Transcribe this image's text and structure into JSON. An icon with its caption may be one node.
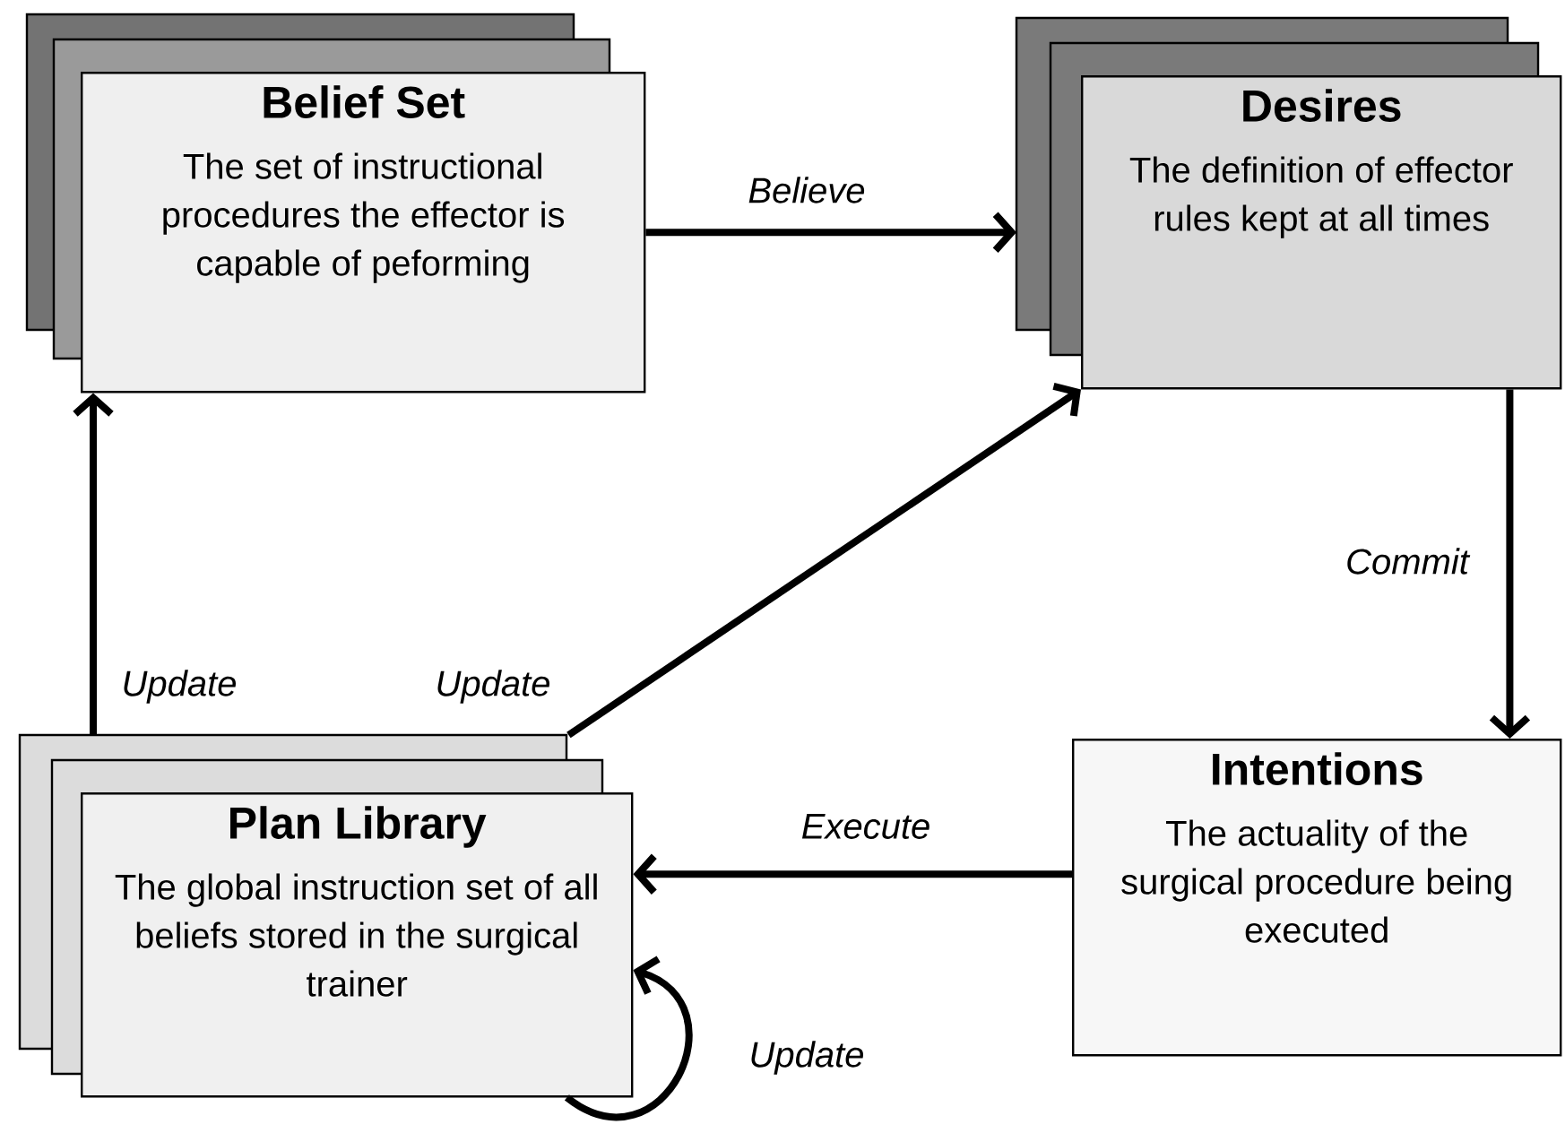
{
  "diagram": {
    "nodes": [
      {
        "text": [
          "Belief Set",
          "The set of instructional procedures the effector is capable of peforming"
        ]
      },
      {
        "text": [
          "Desires",
          "The definition of effector rules kept at all times"
        ]
      },
      {
        "text": [
          "Intentions",
          "The actuality of the surgical procedure being executed"
        ]
      },
      {
        "text": [
          "Plan Library",
          "The global instruction set of all beliefs stored in the surgical trainer"
        ]
      }
    ],
    "edges": [
      {
        "from": 0,
        "to": 1,
        "arrow": "to",
        "label": "Believe"
      },
      {
        "from": 1,
        "to": 2,
        "arrow": "to",
        "label": "Commit"
      },
      {
        "from": 2,
        "to": 3,
        "arrow": "to",
        "label": "Execute"
      },
      {
        "from": 3,
        "to": 0,
        "arrow": "to",
        "label": "Update"
      },
      {
        "from": 3,
        "to": 1,
        "arrow": "to",
        "label": "Update"
      },
      {
        "from": 3,
        "to": 3,
        "arrow": "to",
        "label": "Update"
      }
    ]
  }
}
